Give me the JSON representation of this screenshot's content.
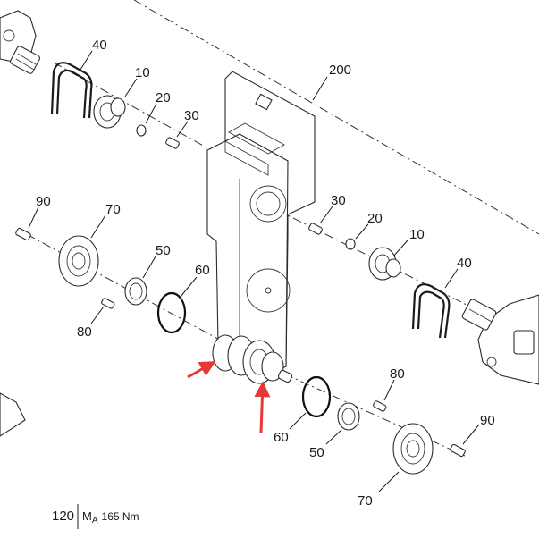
{
  "callouts": {
    "frame": "200",
    "chain_left": "40",
    "sprocket_left": "10",
    "washer_left": "20",
    "screw_left": "30",
    "screw_right": "30",
    "washer_right": "20",
    "sprocket_right": "10",
    "chain_right": "40",
    "bolt_left": "90",
    "flange_left": "70",
    "seal_left": "50",
    "oring_left": "60",
    "pin_left": "80",
    "pin_right": "80",
    "oring_right": "60",
    "seal_right": "50",
    "flange_right": "70",
    "bolt_right": "90"
  },
  "torque_note": {
    "item": "120",
    "symbol": "M",
    "subscript": "A",
    "value": "165 Nm"
  },
  "colors": {
    "line": "#2a2a2a",
    "arrow": "#e53935",
    "background": "#ffffff"
  }
}
